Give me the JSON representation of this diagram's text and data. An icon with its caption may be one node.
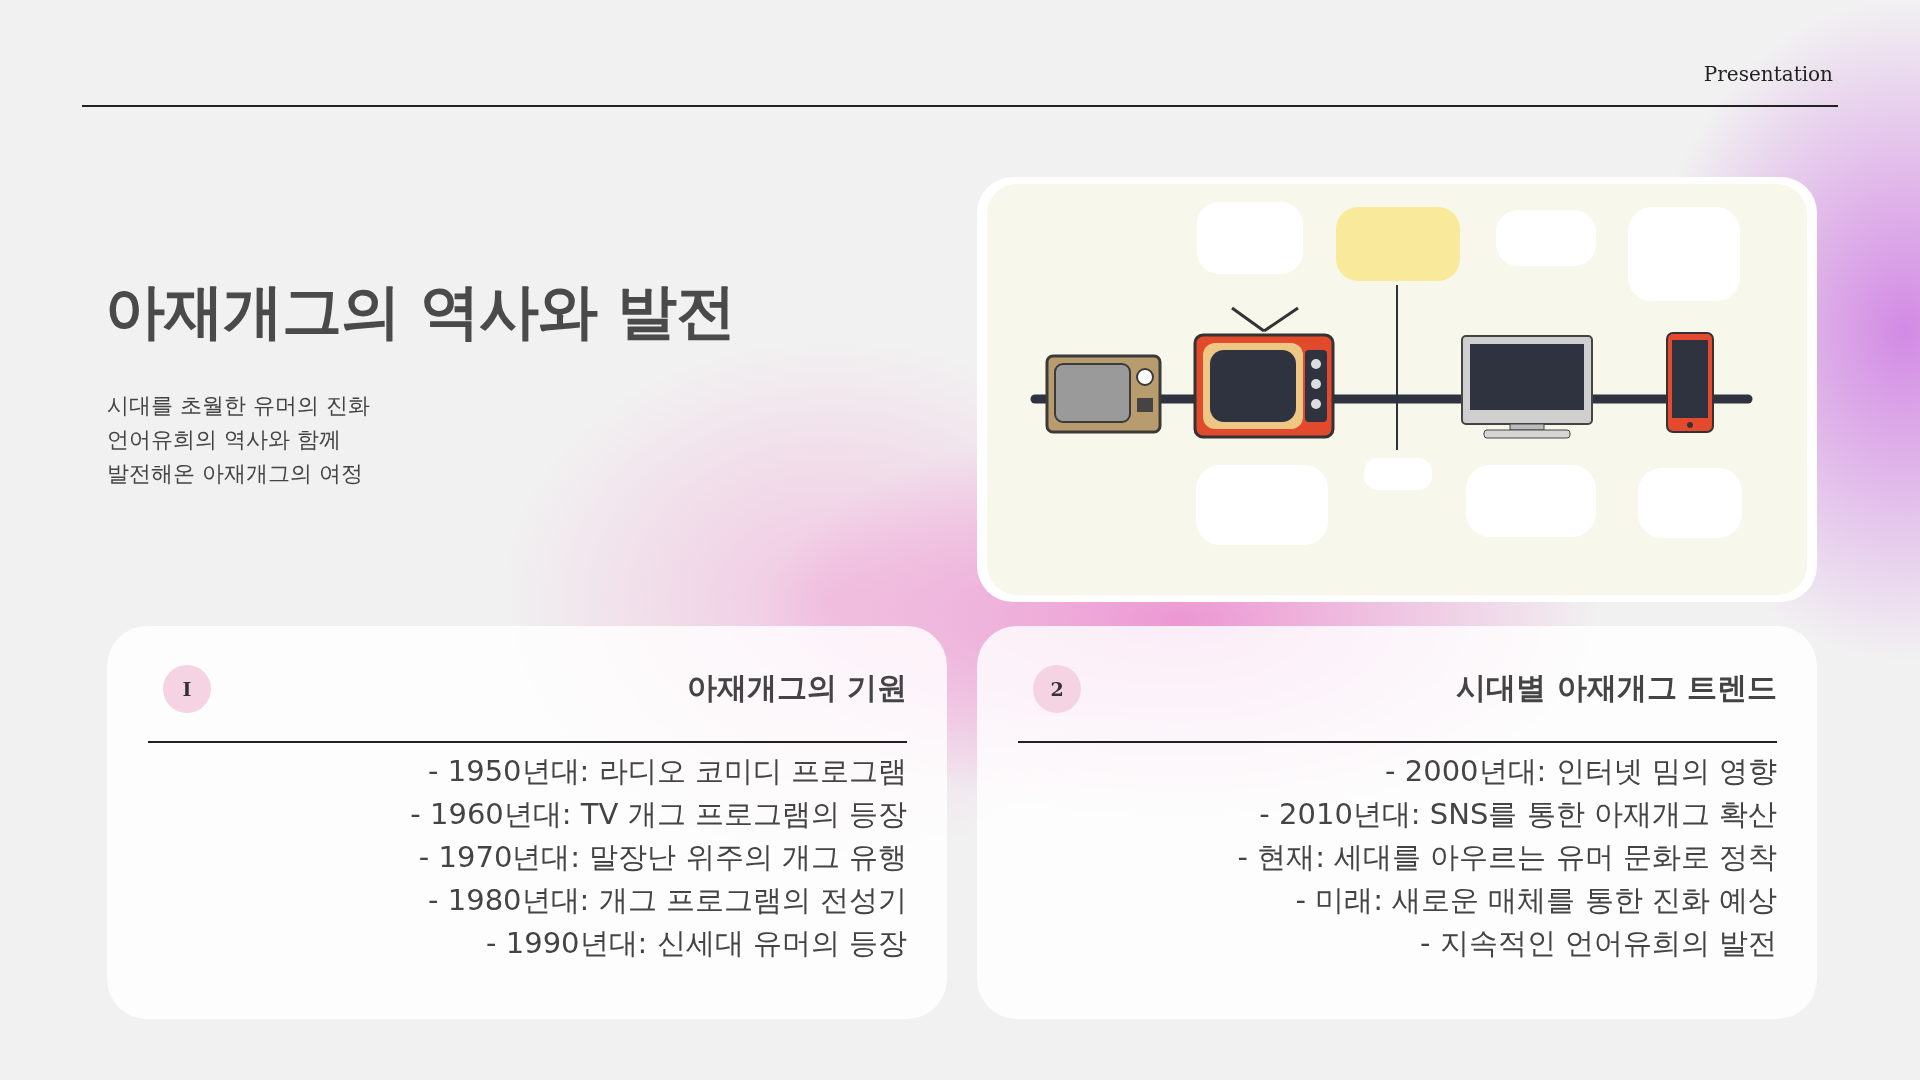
{
  "diagram": {
    "title": "아재개그의 역사와 발전",
    "nodes": [
      {
        "text": [
          "I",
          "아재개그의 기원",
          "- 1950년대: 라디오 코미디 프로그램",
          "- 1960년대: TV 개그 프로그램의 등장",
          "- 1970년대: 말장난 위주의 개그 유행",
          "- 1980년대: 개그 프로그램의 전성기",
          "- 1990년대: 신세대 유머의 등장"
        ]
      },
      {
        "text": [
          "2",
          "시대별 아재개그 트렌드",
          "- 2000년대: 인터넷 밈의 영향",
          "- 2010년대: SNS를 통한 아재개그 확산",
          "- 현재: 세대를 아우르는 유머 문화로 정착",
          "- 미래: 새로운 매체를 통한 진화 예상",
          "- 지속적인 언어유희의 발전"
        ]
      }
    ],
    "labels": [
      "Presentation",
      "시대를 초월한 유머의 진화",
      "언어유희의 역사와 함께",
      "발전해온 아재개그의 여정"
    ]
  }
}
